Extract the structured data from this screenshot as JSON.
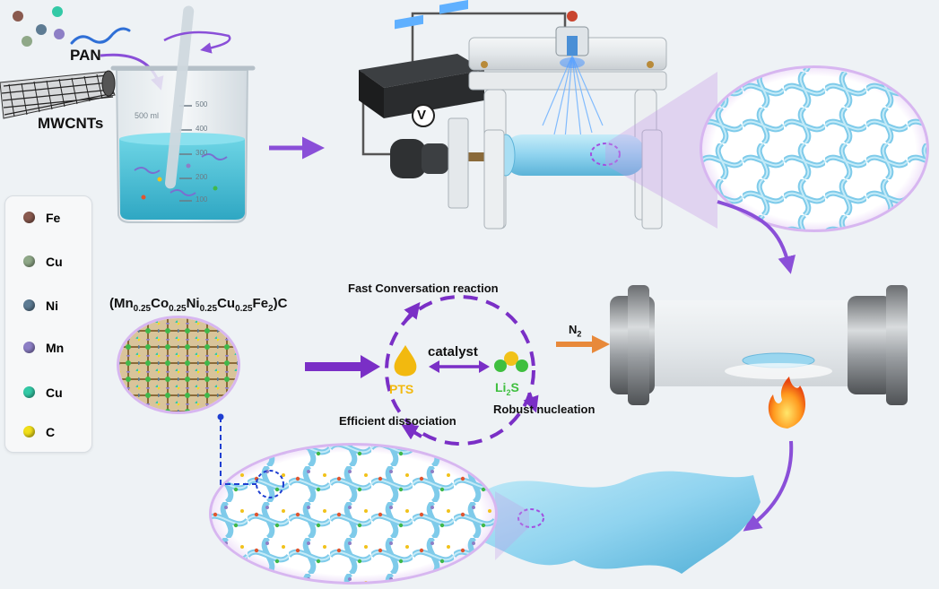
{
  "labels": {
    "pan": "PAN",
    "mwcnts": "MWCNTs",
    "beaker_volume": "500 ml",
    "beaker_ticks": [
      "500",
      "400",
      "300",
      "200",
      "100"
    ],
    "voltmeter": "V",
    "n2_gas": "N",
    "n2_sub": "2",
    "formula": {
      "open": "(Mn",
      "s1": "0.25",
      "t1": "Co",
      "s2": "0.25",
      "t2": "Ni",
      "s3": "0.25",
      "t3": "Cu",
      "s4": "0.25",
      "t4": "Fe",
      "s5": "2",
      "close": ")C"
    },
    "fast_conversion": "Fast Conversation reaction",
    "efficient_dissociation": "Efficient dissociation",
    "robust_nucleation": "Robust nucleation",
    "catalyst": "catalyst",
    "pts": "PTS",
    "li2s": {
      "a": "Li",
      "sub": "2",
      "b": "S"
    }
  },
  "legend": [
    {
      "label": "Fe",
      "color": "#8a5a4f"
    },
    {
      "label": "Cu",
      "color": "#8fa888"
    },
    {
      "label": "Ni",
      "color": "#5d7b93"
    },
    {
      "label": "Mn",
      "color": "#8d7fc6"
    },
    {
      "label": "Cu",
      "color": "#33c9a6"
    },
    {
      "label": "C",
      "color": "#f1df1a"
    }
  ],
  "colors": {
    "arrow_purple": "#8a4fd8",
    "cycle_purple": "#7a2fc6",
    "fiber_blue": "#8fd3ef",
    "lens_purple": "#c59ae8",
    "liquid": "#3fb8cf",
    "pts_yellow": "#f2b90f",
    "li2s_green": "#3fbf3f",
    "n2_arrow": "#e8893a",
    "dash_blue": "#1f3fd1"
  },
  "icons": [
    "stirring-rod-icon",
    "flame-icon",
    "n2-arrow-icon",
    "droplet-icon",
    "voltmeter-icon"
  ]
}
